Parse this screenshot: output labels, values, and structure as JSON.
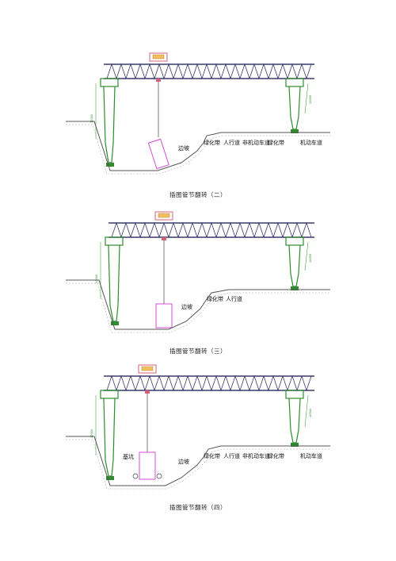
{
  "figures": [
    {
      "caption": "插图管节翻转（二）",
      "road_labels": [
        "绿化带",
        "人行道",
        "非机动车道",
        "绿化带",
        "机动车道"
      ],
      "slope_label": "边坡",
      "pit_label": "",
      "side_dim_left": "12000",
      "side_dim_right": "10000"
    },
    {
      "caption": "插图管节翻转（三）",
      "road_labels": [
        "绿化带",
        "人行道"
      ],
      "slope_label": "边坡",
      "pit_label": "",
      "side_dim_left": "12000",
      "side_dim_right": "10000"
    },
    {
      "caption": "插图管节翻转（四）",
      "road_labels": [
        "绿化带",
        "人行道",
        "非机动车道",
        "绿化带",
        "机动车道"
      ],
      "slope_label": "边坡",
      "pit_label": "基坑",
      "side_dim_left": "12000",
      "side_dim_right": "10000"
    }
  ],
  "colors": {
    "truss": "#3b3b6b",
    "leg": "#2e8b2e",
    "hoist": "#d4607a",
    "ground": "#555555",
    "pipe": "#d14fd1"
  }
}
